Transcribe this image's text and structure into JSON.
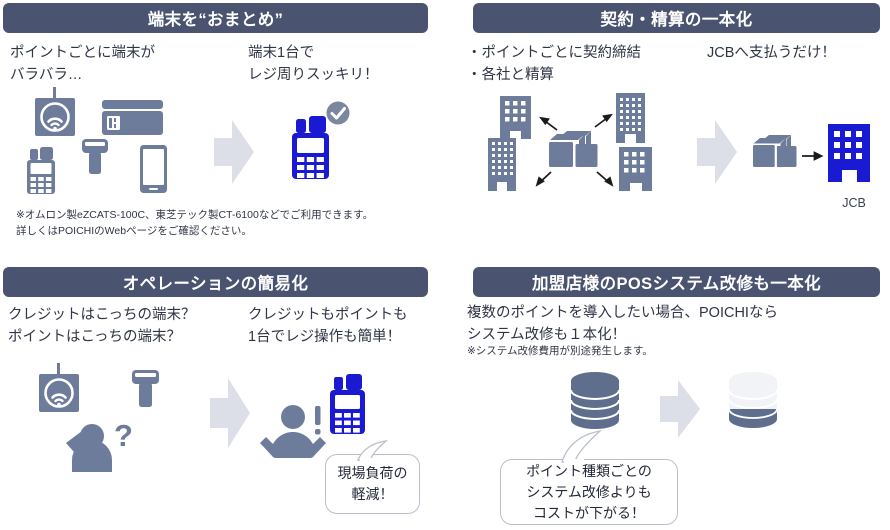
{
  "colors": {
    "header_bg": "#4a5470",
    "header_text": "#ffffff",
    "icon_gray": "#6e7c9c",
    "icon_gray_dark": "#59698c",
    "icon_blue": "#1a1ad2",
    "arrow_gray": "#dcdfe7",
    "body_text": "#2f3545",
    "bubble_border": "#b9bfcd",
    "db_dark": "#5e6e8c",
    "db_light": "#f1f3f7"
  },
  "panels": {
    "top_left": {
      "title": "端末を“おまとめ”",
      "before_text": "ポイントごとに端末が\nバラバラ…",
      "after_text": "端末1台で\nレジ周りスッキリ！",
      "note": "※オムロン製eZCATS-100C、東芝テック製CT-6100などでご利用できます。\n 詳しくはPOICHIのWebページをご確認ください。",
      "before_icons": [
        "contactless-reader-icon",
        "credit-card-icon",
        "pos-terminal-icon",
        "barcode-scanner-icon",
        "smartphone-icon"
      ],
      "after_icons": [
        "pos-terminal-blue-icon",
        "check-badge-icon"
      ],
      "arrow": "right-arrow-icon"
    },
    "top_right": {
      "title": "契約・精算の一本化",
      "before_text": "・ポイントごとに契約締結\n・各社と精算",
      "after_text": "JCBへ支払うだけ！",
      "jcb_label": "JCB",
      "before_icons": [
        "office-building-icon",
        "office-building-tall-icon",
        "office-building-icon",
        "office-building-icon",
        "documents-stack-icon",
        "scatter-arrows-icon"
      ],
      "after_icons": [
        "documents-stack-icon",
        "single-arrow-icon",
        "jcb-building-icon"
      ],
      "arrow": "right-arrow-icon"
    },
    "bottom_left": {
      "title": "オペレーションの簡易化",
      "before_text": "クレジットはこっちの端末？\nポイントはこっちの端末？",
      "after_text": "クレジットもポイントも\n1台でレジ操作も簡単！",
      "bubble": "現場負荷の\n軽減！",
      "before_icons": [
        "contactless-reader-icon",
        "barcode-scanner-icon",
        "confused-person-icon"
      ],
      "after_icons": [
        "happy-person-icon",
        "pos-terminal-blue-icon"
      ],
      "arrow": "right-arrow-icon"
    },
    "bottom_right": {
      "title": "加盟店様のPOSシステム改修も一本化",
      "body_text": "複数のポイントを導入したい場合、POICHIなら\nシステム改修も１本化！",
      "note": "※システム改修費用が別途発生します。",
      "bubble": "ポイント種類ごとの\nシステム改修よりも\nコストが下がる！",
      "before_icons": [
        "database-stack-dark-icon"
      ],
      "after_icons": [
        "database-stack-light-icon"
      ],
      "arrow": "right-arrow-icon"
    }
  }
}
